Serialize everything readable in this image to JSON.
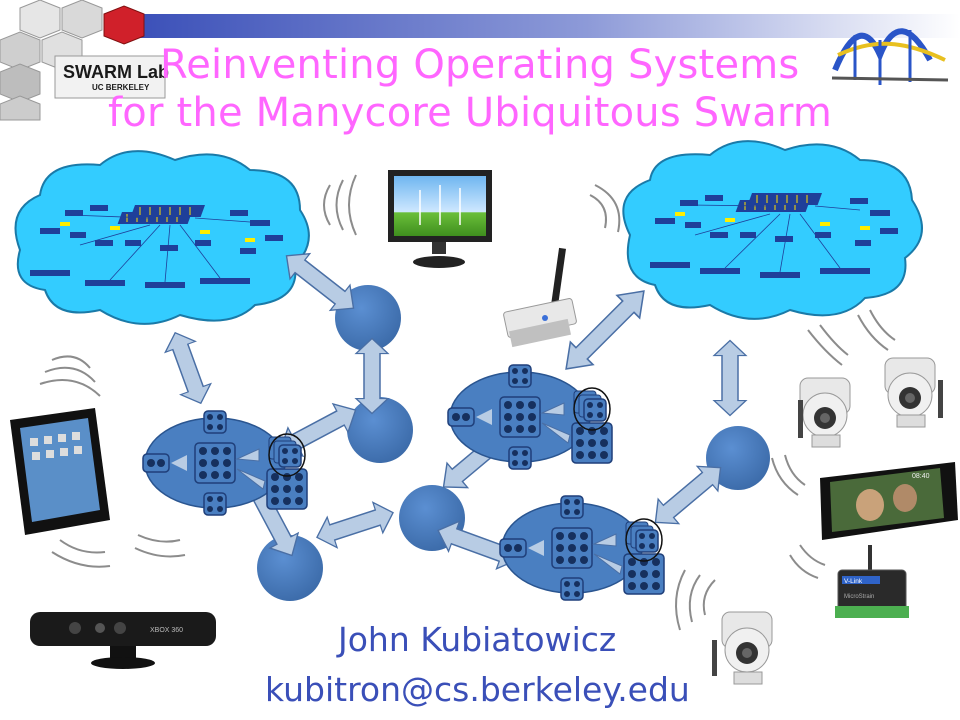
{
  "slide": {
    "title_line1": "Reinventing Operating Systems",
    "title_line2": "for the Manycore Ubiquitous Swarm",
    "author": "John Kubiatowicz",
    "email": "kubitron@cs.berkeley.edu"
  },
  "logo": {
    "name": "SWARM Lab",
    "subtitle": "UC BERKELEY"
  },
  "devices": {
    "kinect_label": "XBOX 360",
    "tablet_time": "08:40",
    "sensor_brand": "V-Link",
    "sensor_sub": "MicroStrain"
  },
  "colors": {
    "title": "#ff66ff",
    "footer": "#3a4fb8",
    "cloud": "#33ccff",
    "node": "#4a7fc1",
    "arrow": "#b8cce4"
  }
}
